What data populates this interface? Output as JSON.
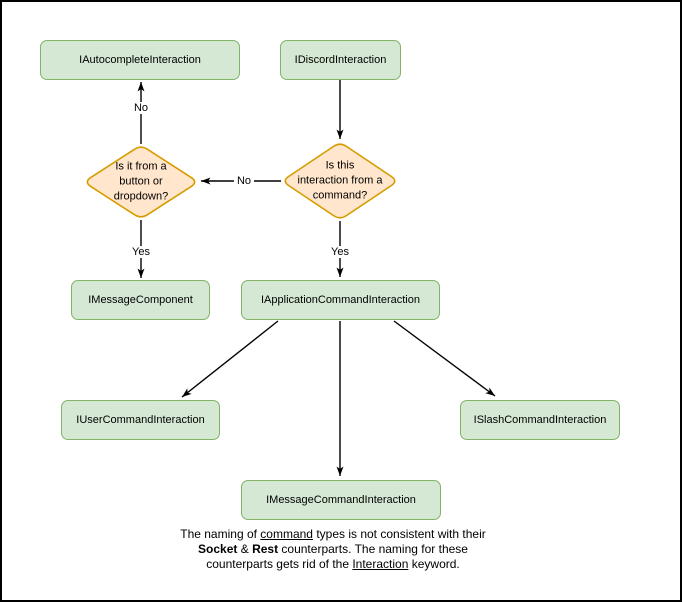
{
  "colors": {
    "canvas": "#ffffff",
    "frame": "#000000",
    "node-fill": "#d5e8d4",
    "node-stroke": "#82b366",
    "decision-fill": "#ffe6cc",
    "decision-stroke": "#d79b00",
    "edge": "#000000",
    "text": "#000000"
  },
  "nodes": {
    "autocomplete": {
      "label": "IAutocompleteInteraction"
    },
    "discord": {
      "label": "IDiscordInteraction"
    },
    "message_component": {
      "label": "IMessageComponent"
    },
    "application_command": {
      "label": "IApplicationCommandInteraction"
    },
    "user_command": {
      "label": "IUserCommandInteraction"
    },
    "slash_command": {
      "label": "ISlashCommandInteraction"
    },
    "message_command": {
      "label": "IMessageCommandInteraction"
    }
  },
  "decisions": {
    "button_dropdown": {
      "lines": [
        "Is it from a",
        "button or",
        "dropdown?"
      ]
    },
    "from_command": {
      "lines": [
        "Is this",
        "interaction from a",
        "command?"
      ]
    }
  },
  "edge_labels": {
    "no_to_autocomplete": "No",
    "no_between_decisions": "No",
    "yes_to_message_component": "Yes",
    "yes_to_application_command": "Yes"
  },
  "caption": {
    "segments": [
      {
        "text": "The naming of ",
        "style": "plain"
      },
      {
        "text": "command",
        "style": "underline"
      },
      {
        "text": " types is not consistent with their\n",
        "style": "plain"
      },
      {
        "text": "Socket",
        "style": "bold"
      },
      {
        "text": " & ",
        "style": "plain"
      },
      {
        "text": "Rest",
        "style": "bold"
      },
      {
        "text": " counterparts. The naming for these\ncounterparts gets rid of the ",
        "style": "plain"
      },
      {
        "text": "Interaction",
        "style": "underline"
      },
      {
        "text": " keyword.",
        "style": "plain"
      }
    ]
  }
}
